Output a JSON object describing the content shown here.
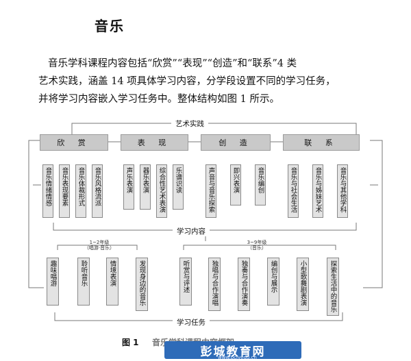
{
  "doc": {
    "title": "音乐",
    "paragraph_lines": [
      "音乐学科课程内容包括“欣赏”“表现”“创造”和“联系”4 类",
      "艺术实践，涵盖 14 项具体学习内容，分学段设置不同的学习任务，",
      "并将学习内容嵌入学习任务中。整体结构如图 1 所示。"
    ]
  },
  "diagram": {
    "top_label": "艺术实践",
    "categories": [
      "欣 赏",
      "表 现",
      "创 造",
      "联 系"
    ],
    "contents": [
      "音乐情绪情感",
      "音乐表现要素",
      "音乐体裁形式",
      "音乐风格流派",
      "声乐表演",
      "器乐表演",
      "综合性艺术表演",
      "乐谱识读",
      "声音与音乐探索",
      "即兴表演",
      "音乐编创",
      "音乐与社会生活",
      "音乐与姊妹艺术",
      "音乐与其他学科"
    ],
    "middle_label": "学习内容",
    "stage1_grade": "1~2年级",
    "stage1_sub": "（唱游·音乐）",
    "stage2_grade": "3~9年级",
    "stage2_sub": "（音乐）",
    "tasks": [
      "趣味唱游",
      "聆听音乐",
      "情境表演",
      "发现身边的音乐",
      "听赏与评述",
      "独唱与合作演唱",
      "独奏与合作演奏",
      "编创与展示",
      "小型歌舞剧表演",
      "探索生活中的音乐"
    ],
    "bottom_label": "学习任务",
    "caption_no": "图 1",
    "caption_text": "音乐学科课程内容框架"
  },
  "watermark": {
    "text": "彭城教育网",
    "url": "www.pcjyedu.cn",
    "color": "#2e6bb8"
  }
}
